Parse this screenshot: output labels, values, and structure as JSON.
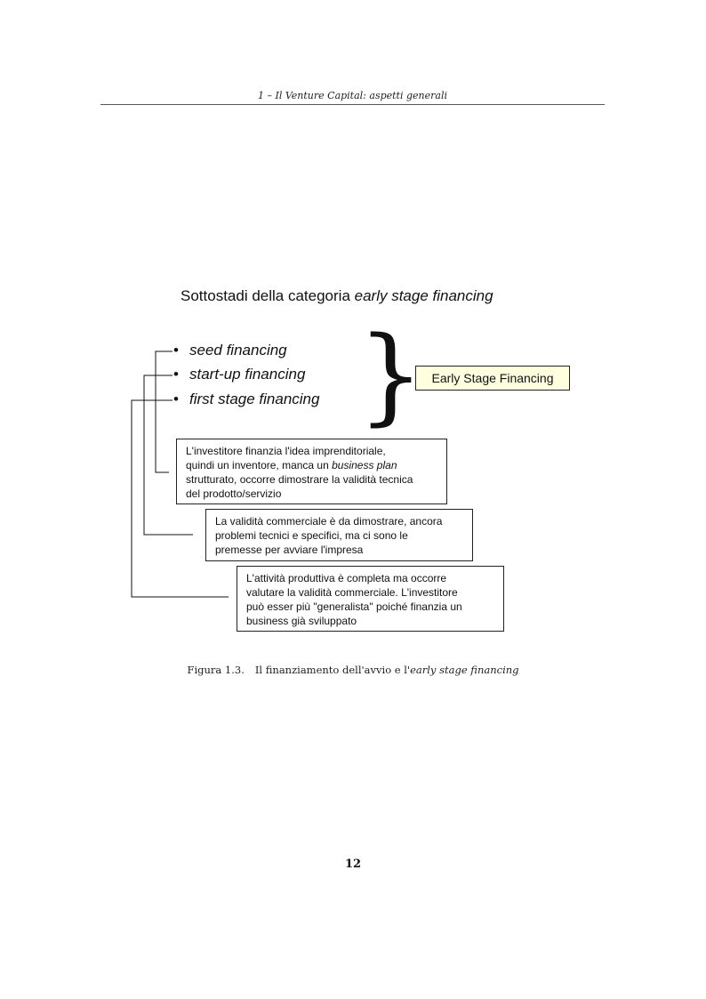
{
  "header": {
    "running_head": "1 – Il Venture Capital: aspetti generali"
  },
  "figure": {
    "title_prefix": "Sottostadi della categoria ",
    "title_italic": "early stage financing",
    "stages": [
      {
        "bullet": "•",
        "label": "seed financing"
      },
      {
        "bullet": "•",
        "label": "start-up financing"
      },
      {
        "bullet": "•",
        "label": "first stage financing"
      }
    ],
    "brace": "}",
    "group_label": "Early Stage Financing",
    "descriptions": [
      {
        "line1": "L'investitore finanzia l'idea imprenditoriale,",
        "line2_prefix": "quindi un inventore, manca un ",
        "line2_italic": "business plan",
        "line3": "strutturato, occorre dimostrare la validità tecnica",
        "line4": "del prodotto/servizio"
      },
      {
        "line1": "La validità commerciale è da dimostrare, ancora",
        "line2": "problemi tecnici e specifici, ma ci sono le",
        "line3": "premesse per avviare l'impresa"
      },
      {
        "line1": "L'attività produttiva è completa ma occorre",
        "line2": "valutare la validità commerciale. L'investitore",
        "line3": "può esser più \"generalista\" poiché finanzia un",
        "line4": "business già sviluppato"
      }
    ],
    "caption_number": "Figura 1.3.",
    "caption_text": "Il finanziamento dell'avvio e l'",
    "caption_italic": "early stage financing"
  },
  "footer": {
    "page_number": "12"
  }
}
